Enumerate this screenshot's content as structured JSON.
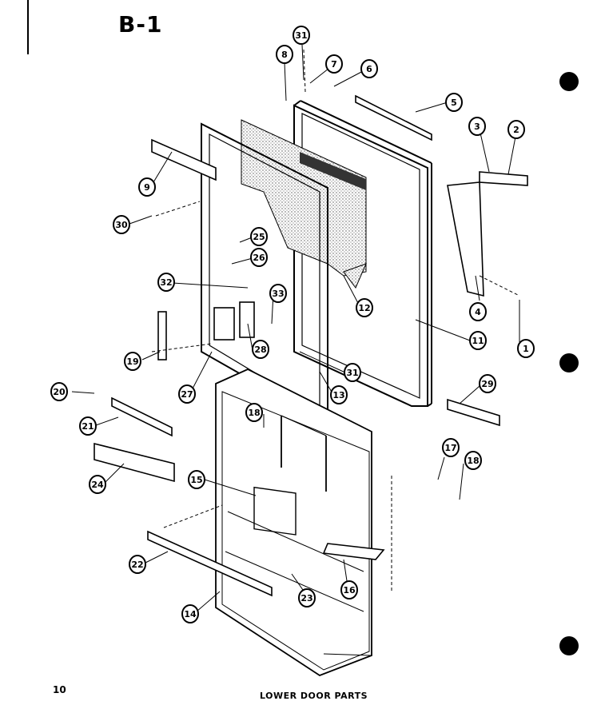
{
  "page": {
    "title": "B-1",
    "page_number": "10",
    "caption": "LOWER DOOR PARTS"
  },
  "callouts": [
    "31",
    "8",
    "7",
    "6",
    "5",
    "3",
    "2",
    "9",
    "30",
    "25",
    "26",
    "32",
    "33",
    "12",
    "4",
    "1",
    "11",
    "19",
    "28",
    "27",
    "31",
    "13",
    "29",
    "20",
    "18",
    "21",
    "17",
    "18",
    "24",
    "15",
    "22",
    "16",
    "23",
    "14"
  ],
  "colors": {
    "ink": "#000000",
    "paper": "#ffffff",
    "stipple": "#8a8a8a"
  }
}
